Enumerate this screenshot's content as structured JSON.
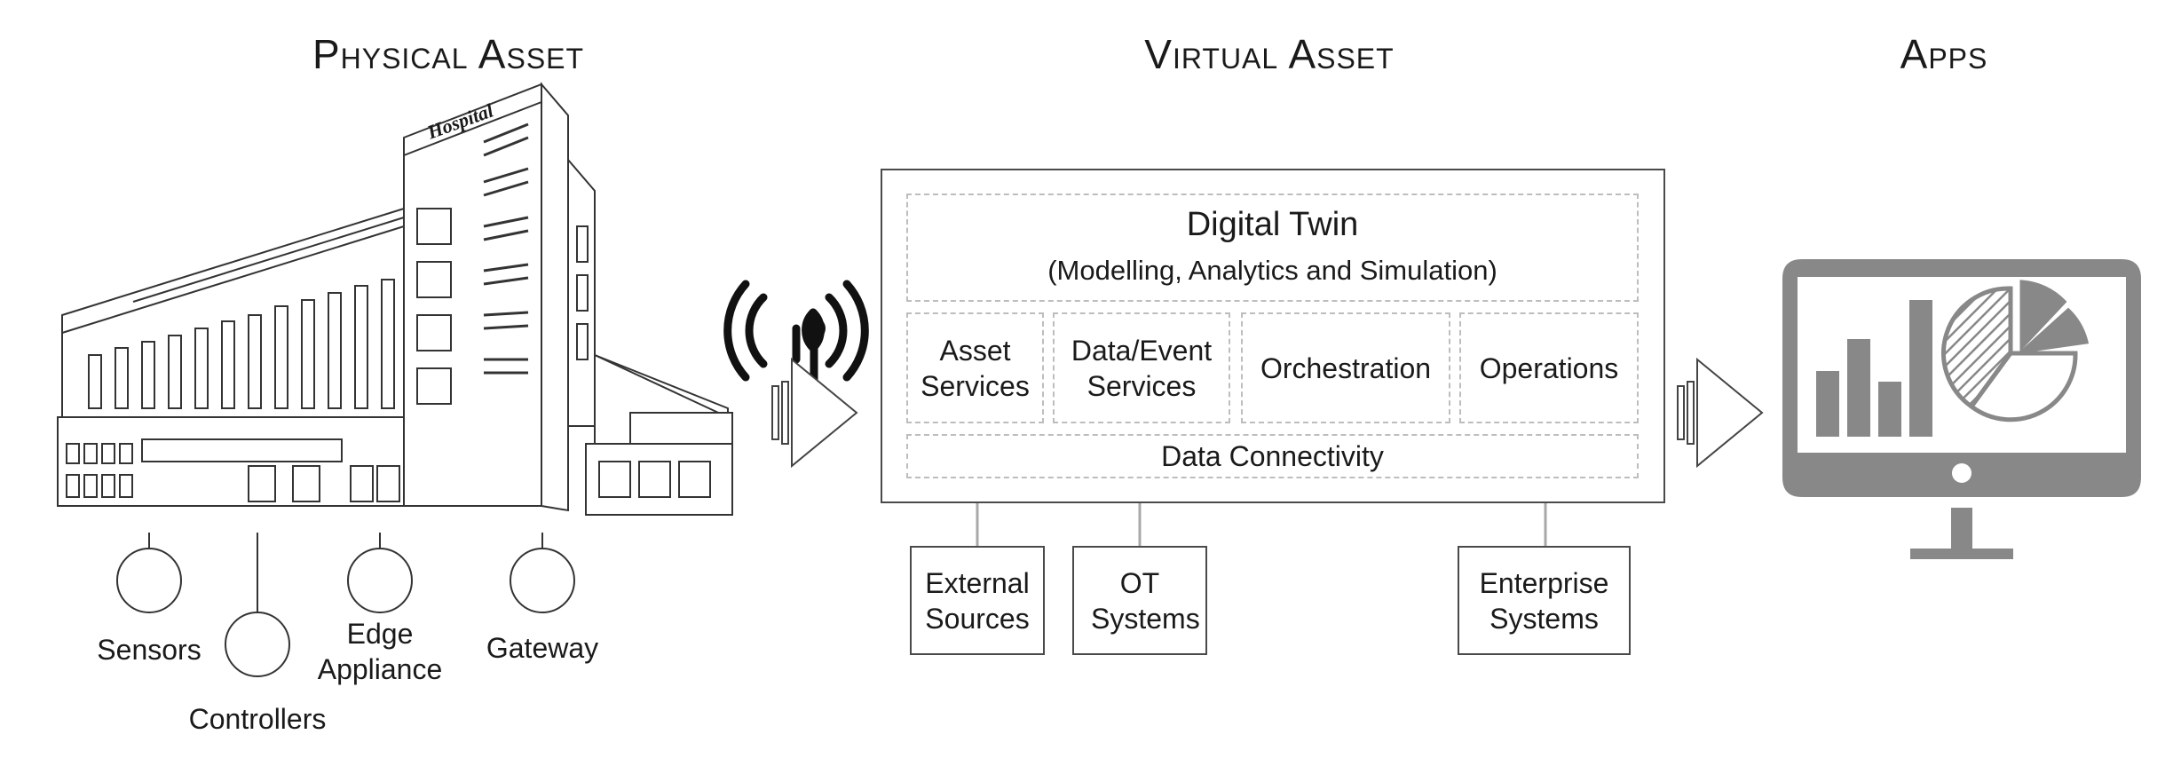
{
  "headings": {
    "physical": "Physical Asset",
    "virtual": "Virtual Asset",
    "apps": "Apps"
  },
  "building": {
    "sign": "Hospital"
  },
  "devices": [
    {
      "label": "Sensors"
    },
    {
      "label": "Controllers"
    },
    {
      "label": "Edge Appliance"
    },
    {
      "label": "Gateway"
    }
  ],
  "digital_twin": {
    "title": "Digital Twin",
    "subtitle": "(Modelling, Analytics and Simulation)"
  },
  "services": [
    {
      "label": "Asset Services"
    },
    {
      "label": "Data/Event Services"
    },
    {
      "label": "Orchestration"
    },
    {
      "label": "Operations"
    }
  ],
  "connectivity": {
    "label": "Data Connectivity"
  },
  "sources": [
    {
      "label": "External Sources"
    },
    {
      "label": "OT Systems"
    },
    {
      "label": "Enterprise Systems"
    }
  ],
  "icons": {
    "signal": "wireless-signal-icon",
    "arrow": "arrow-right-icon",
    "monitor": "monitor-chart-icon"
  },
  "colors": {
    "line": "#4a4a4a",
    "dash": "#bdbdbd",
    "monitor": "#888888",
    "arrow": "#a8a8a8"
  }
}
